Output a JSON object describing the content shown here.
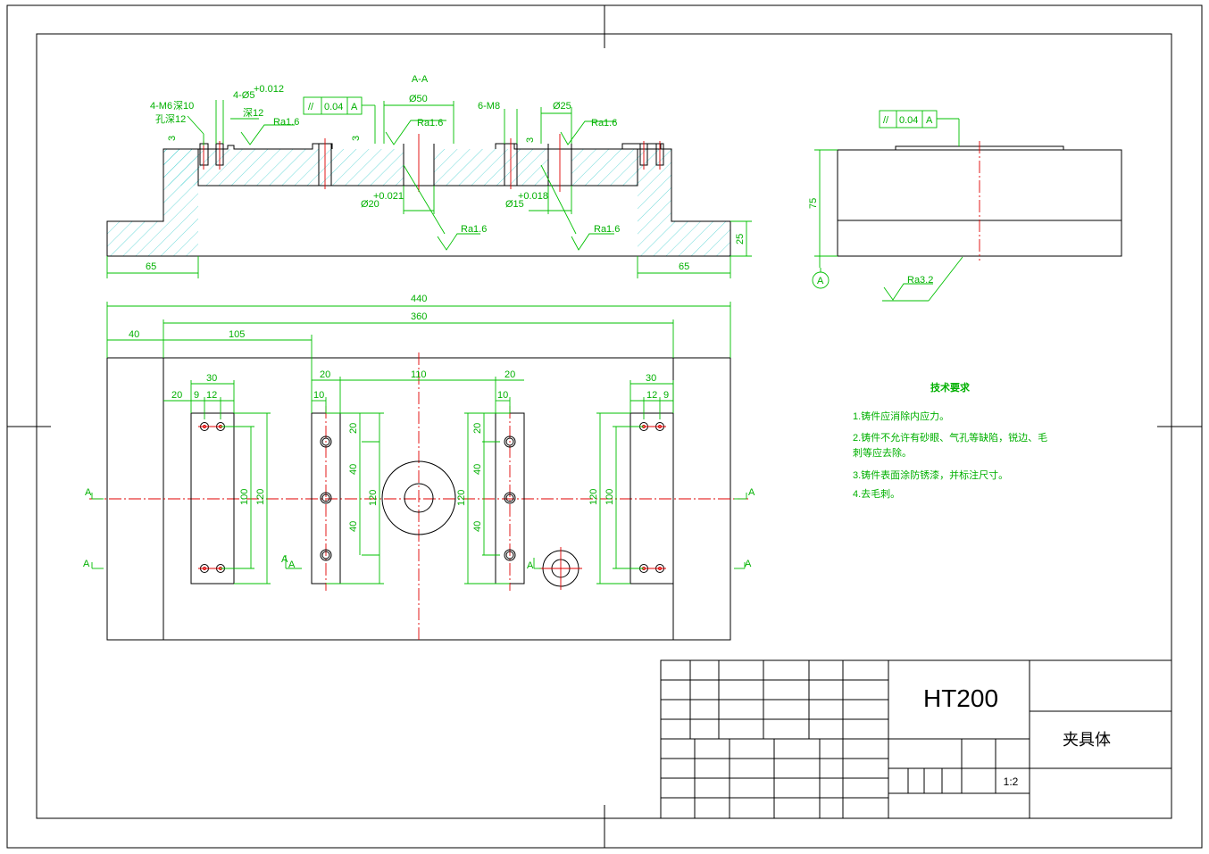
{
  "section": {
    "label": "A-A",
    "callouts": {
      "left_thread": "4-M6",
      "left_thread_depth": "深10",
      "left_drill": "孔深12",
      "pin_hole": "4-Ø5",
      "pin_tol": "+0.012",
      "pin_depth": "深12",
      "mid_thread": "6-M8",
      "bore50": "Ø50",
      "bore25": "Ø25",
      "bore20": "Ø20",
      "bore20_tol": "+0.021",
      "bore15": "Ø15",
      "bore15_tol": "+0.018",
      "tol_sym": "//",
      "tol_val": "0.04",
      "datum": "A",
      "step": "3"
    },
    "roughness": [
      "Ra1.6",
      "Ra1.6",
      "Ra1.6",
      "Ra1.6",
      "Ra1.6"
    ],
    "dims": {
      "left_foot": "65",
      "right_foot": "65",
      "foot_h": "25"
    }
  },
  "side_view": {
    "tol_sym": "//",
    "tol_val": "0.04",
    "datum": "A",
    "height": "75",
    "datum_circle": "A",
    "roughness": "Ra3.2"
  },
  "plan_view": {
    "overall": "440",
    "inner": "360",
    "left_off": "40",
    "hole_off": "105",
    "mid_gap": "110",
    "block_w_left": "30",
    "block_w_right": "30",
    "left_20": "20",
    "left_9": "9",
    "left_12": "12",
    "right_12": "12",
    "right_9": "9",
    "strip_20_l": "20",
    "strip_10_l": "10",
    "strip_20_r": "20",
    "strip_10_r": "10",
    "v20a": "20",
    "v40a": "40",
    "v40b": "40",
    "v120a": "120",
    "v20b": "20",
    "v40c": "40",
    "v40d": "40",
    "v120b": "120",
    "v100l": "100",
    "v120l": "120",
    "v100r": "100",
    "v120r": "120",
    "sec_a": "A"
  },
  "notes": {
    "title": "技术要求",
    "items": [
      "1.铸件应消除内应力。",
      "2.铸件不允许有砂眼、气孔等缺陷，锐边、毛",
      "刺等应去除。",
      "3.铸件表面涂防锈漆，并标注尺寸。",
      "4.去毛刺。"
    ]
  },
  "title_block": {
    "material": "HT200",
    "part_name": "夹具体",
    "scale": "1:2"
  }
}
